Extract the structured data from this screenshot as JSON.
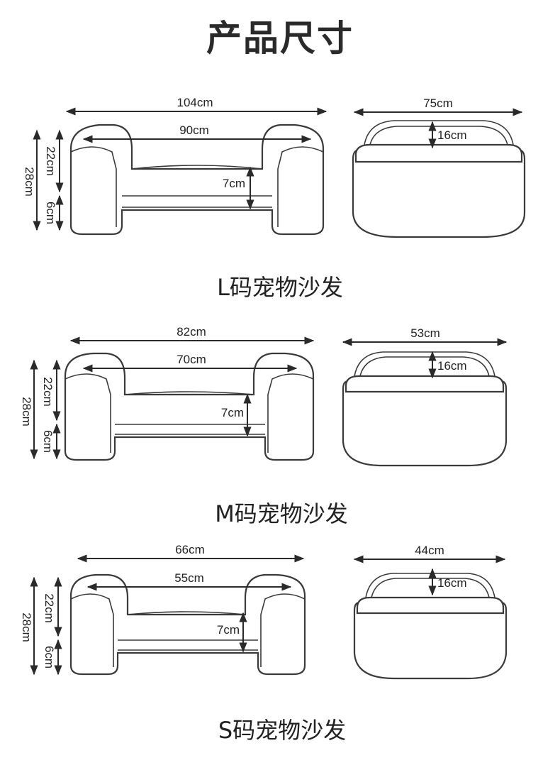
{
  "title": "产品尺寸",
  "sections": [
    {
      "caption": "L码宠物沙发",
      "front": {
        "width": "104cm",
        "inner_width": "90cm",
        "seat_height": "7cm",
        "total_height": "28cm",
        "back_height": "22cm",
        "base_height": "6cm"
      },
      "side": {
        "depth": "75cm",
        "back_height": "16cm"
      }
    },
    {
      "caption": "M码宠物沙发",
      "front": {
        "width": "82cm",
        "inner_width": "70cm",
        "seat_height": "7cm",
        "total_height": "28cm",
        "back_height": "22cm",
        "base_height": "6cm"
      },
      "side": {
        "depth": "53cm",
        "back_height": "16cm"
      }
    },
    {
      "caption": "S码宠物沙发",
      "front": {
        "width": "66cm",
        "inner_width": "55cm",
        "seat_height": "7cm",
        "total_height": "28cm",
        "back_height": "22cm",
        "base_height": "6cm"
      },
      "side": {
        "depth": "44cm",
        "back_height": "16cm"
      }
    }
  ]
}
